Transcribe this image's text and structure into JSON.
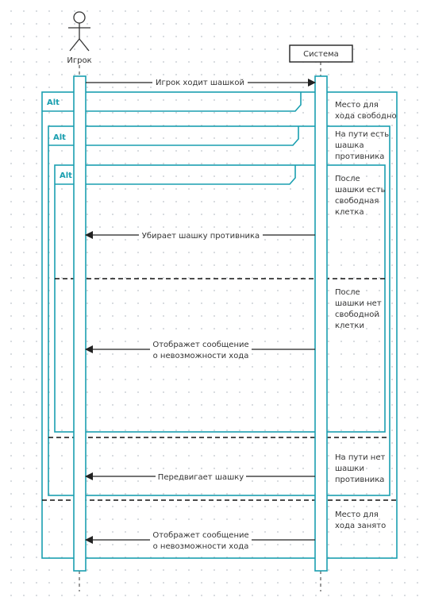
{
  "participants": {
    "actor": "Игрок",
    "system": "Система"
  },
  "messages": {
    "player_moves": "Игрок ходит шашкой",
    "removes_checker": "Убирает шашку противника",
    "no_move_1_line1": "Отображет сообщение",
    "no_move_1_line2": "о невозможности хода",
    "moves_checker": "Передвигает шашку",
    "no_move_2_line1": "Отображет сообщение",
    "no_move_2_line2": "о невозможности хода"
  },
  "frames": {
    "outer_label": "Alt",
    "middle_label": "Alt",
    "inner_label": "Alt"
  },
  "guards": {
    "cell_free_1": "Место для",
    "cell_free_2": "хода свободно",
    "enemy_on_path_1": "На пути есть",
    "enemy_on_path_2": "шашка",
    "enemy_on_path_3": "противника",
    "after_free_1": "После",
    "after_free_2": "шашки есть",
    "after_free_3": "свободная",
    "after_free_4": "клетка",
    "after_none_1": "После",
    "after_none_2": "шашки нет",
    "after_none_3": "свободной",
    "after_none_4": "клетки",
    "no_enemy_1": "На пути нет",
    "no_enemy_2": "шашки",
    "no_enemy_3": "противника",
    "cell_taken_1": "Место для",
    "cell_taken_2": "хода занято"
  },
  "colors": {
    "frame": "#1a9fb0",
    "line": "#222222",
    "background": "#ffffff"
  }
}
